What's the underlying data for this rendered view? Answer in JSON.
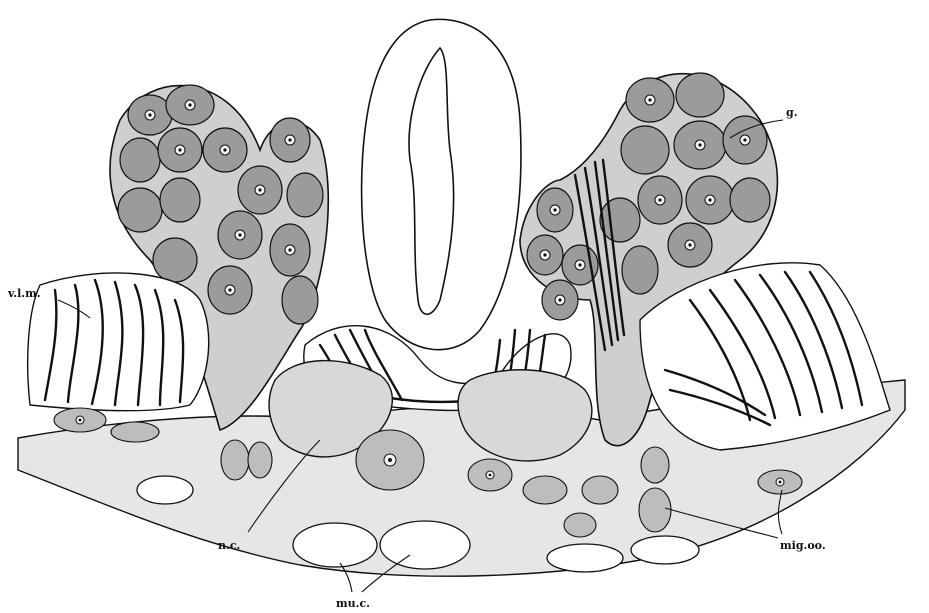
{
  "labels": {
    "g": "g.",
    "vlm": "v.l.m.",
    "nc": "n.c.",
    "muc": "mu.c.",
    "migoo": "mig.oo."
  }
}
